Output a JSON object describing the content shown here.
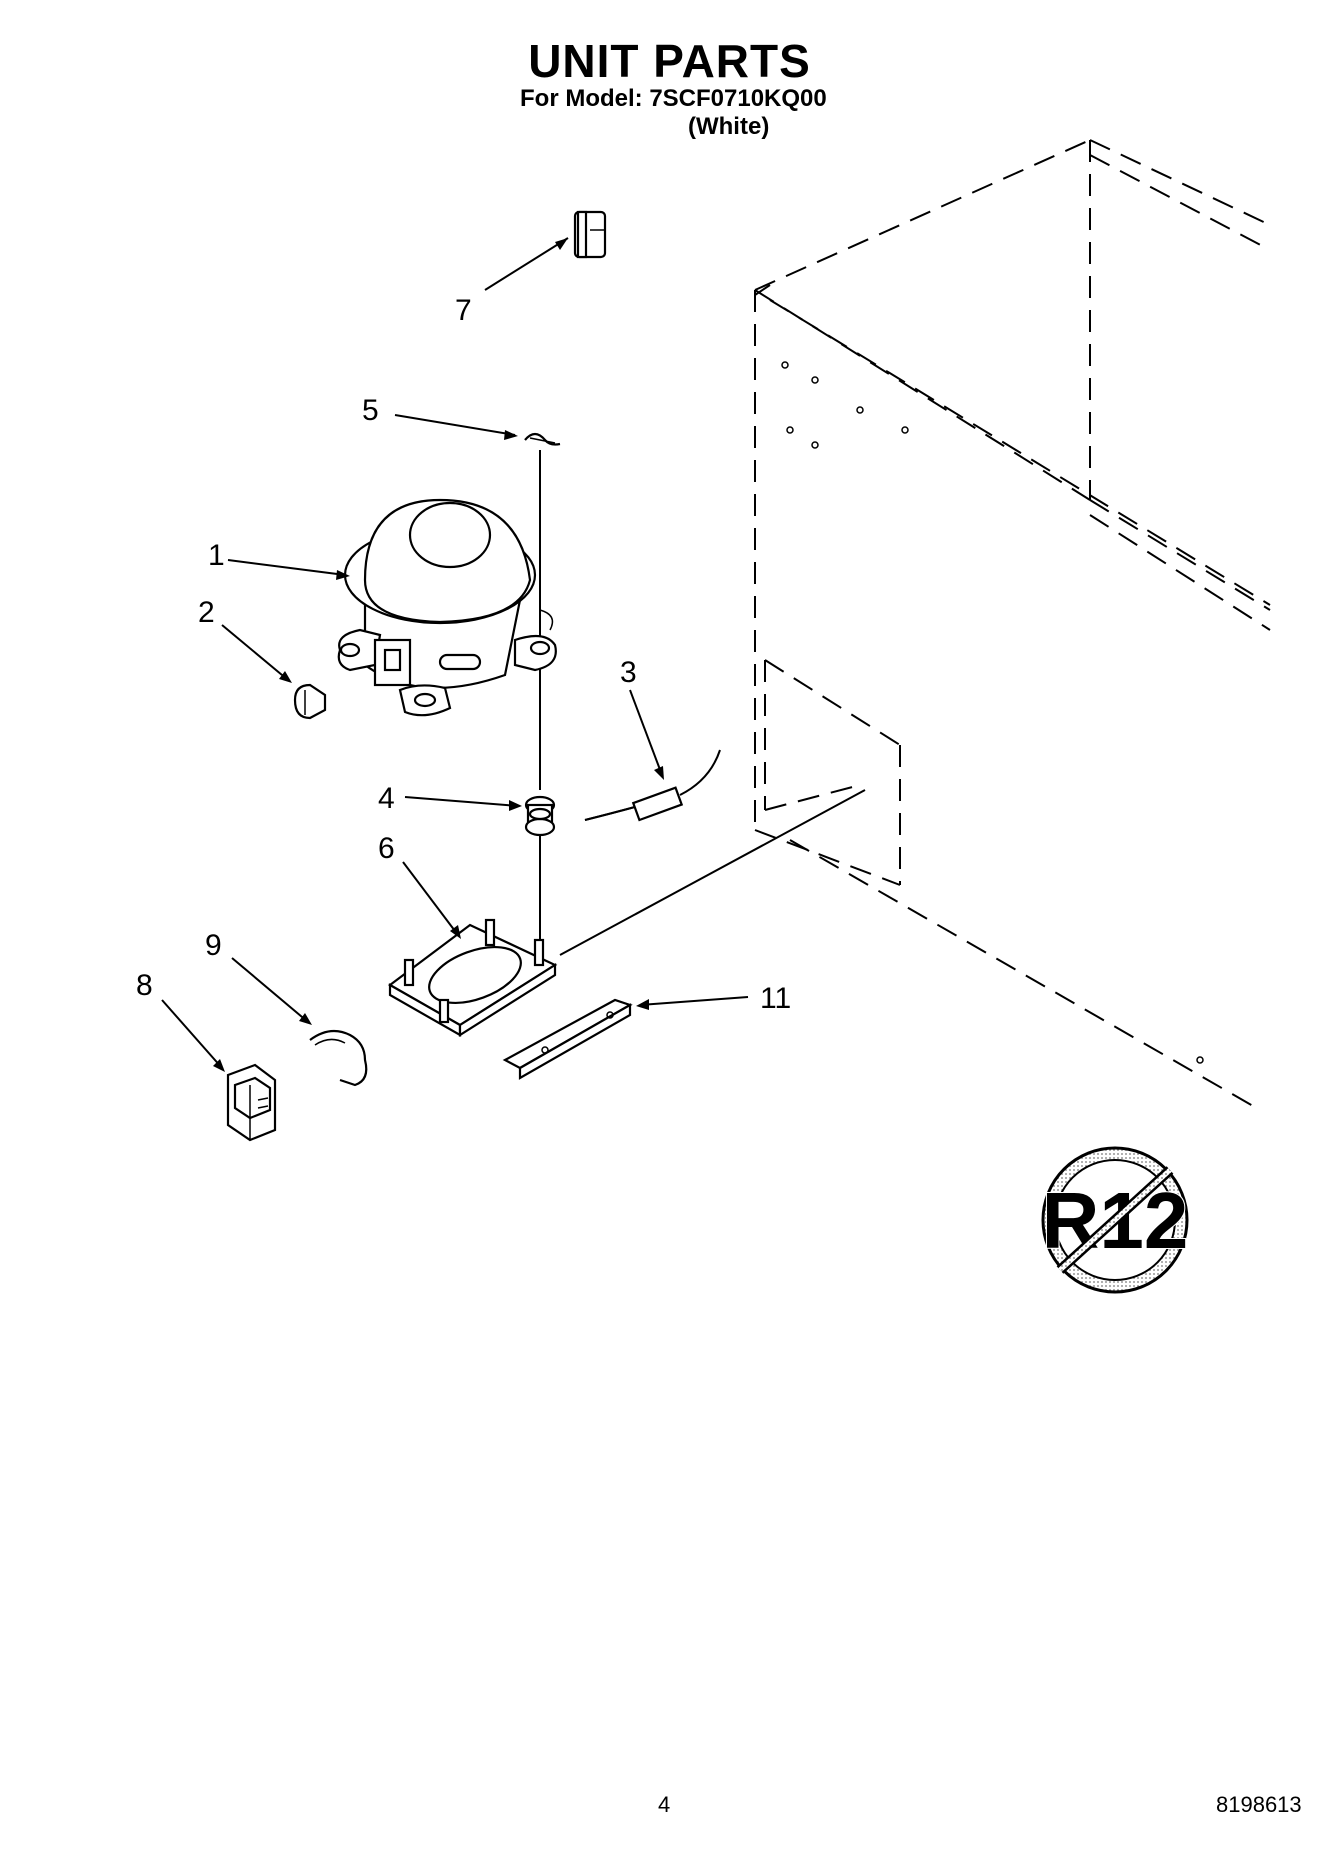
{
  "header": {
    "title": "UNIT PARTS",
    "model_line": "For Model: 7SCF0710KQ00",
    "color_note": "(White)"
  },
  "callouts": {
    "c1": "1",
    "c2": "2",
    "c3": "3",
    "c4": "4",
    "c5": "5",
    "c6": "6",
    "c7": "7",
    "c8": "8",
    "c9": "9",
    "c11": "11"
  },
  "badge": {
    "text": "R12",
    "meaning": "no-r12-refrigerant-symbol"
  },
  "footer": {
    "page_number": "4",
    "document_number": "8198613"
  }
}
